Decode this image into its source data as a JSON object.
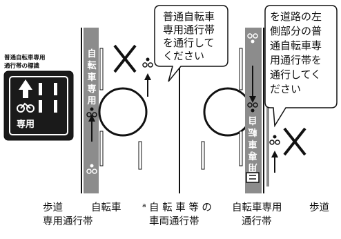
{
  "sign": {
    "title_lines": [
      "普通自転車専用",
      "通行帯の標識"
    ],
    "panel_text": "専用"
  },
  "lane_markings": {
    "left_text": [
      "自",
      "転",
      "車",
      "専",
      "用"
    ],
    "right_text": [
      "自",
      "転",
      "車",
      "専",
      "用"
    ]
  },
  "bubbles": {
    "left": [
      "普通自転車",
      "専用通行帯",
      "を通行して",
      "ください"
    ],
    "right": [
      "を道路の左",
      "側部分の普",
      "通自転車専",
      "用通行帯を",
      "通行してく",
      "ださい"
    ]
  },
  "captions": {
    "sidewalk_left": [
      "歩道",
      "専用通行帯"
    ],
    "bike_lane_left": [
      "自転車",
      ""
    ],
    "vehicle_zone": [
      "自 転 車 等 の",
      "車両通行帯"
    ],
    "bike_lane_right": [
      "自転車専用",
      "通行帯"
    ],
    "sidewalk_right": [
      "歩道",
      ""
    ]
  },
  "colors": {
    "lane_gray": "#8c8c8c",
    "ink": "#111111",
    "sign_fill": "#1a1a1a",
    "paper": "#ffffff"
  },
  "icons": [
    "bicycle-icon",
    "up-arrow-icon",
    "down-arrow-icon",
    "prohibition-x-icon",
    "roundabout-circle-icon"
  ]
}
